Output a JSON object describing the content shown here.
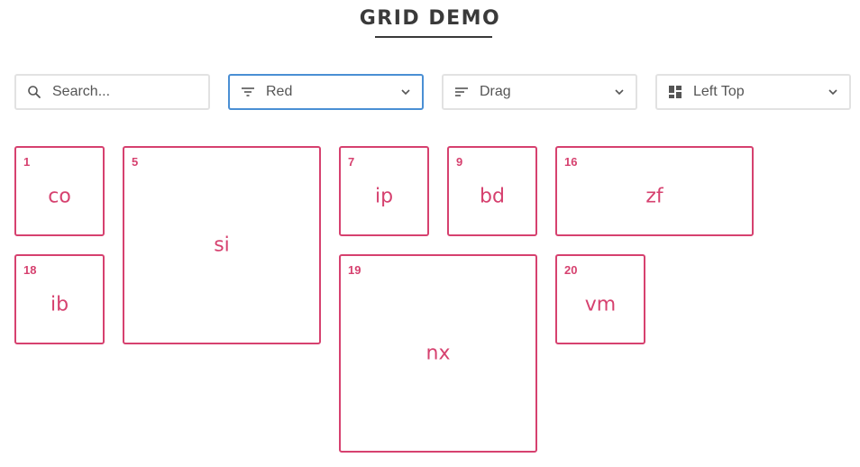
{
  "header": {
    "title": "GRID DEMO"
  },
  "toolbar": {
    "search": {
      "placeholder": "Search...",
      "value": ""
    },
    "filter": {
      "selected": "Red",
      "icon": "filter-icon"
    },
    "sort": {
      "selected": "Drag",
      "icon": "sort-icon"
    },
    "layout": {
      "selected": "Left Top",
      "icon": "layout-icon"
    }
  },
  "colors": {
    "tile_accent": "#d6416f",
    "active_border": "#4a8fd4",
    "control_border": "#e2e2e2"
  },
  "grid": {
    "items": [
      {
        "id": "1",
        "label": "co"
      },
      {
        "id": "5",
        "label": "si"
      },
      {
        "id": "7",
        "label": "ip"
      },
      {
        "id": "9",
        "label": "bd"
      },
      {
        "id": "16",
        "label": "zf"
      },
      {
        "id": "18",
        "label": "ib"
      },
      {
        "id": "19",
        "label": "nx"
      },
      {
        "id": "20",
        "label": "vm"
      }
    ]
  }
}
